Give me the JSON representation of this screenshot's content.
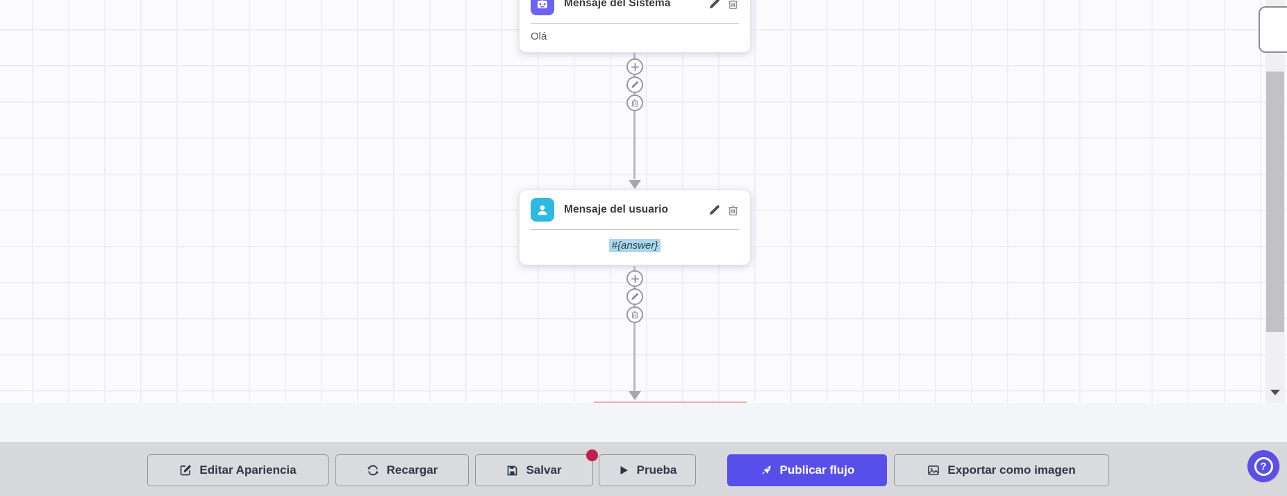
{
  "nodes": {
    "system": {
      "title": "Mensaje del Sistema",
      "content": "Olá",
      "icon": "robot-icon",
      "icon_color": "#6c63f2"
    },
    "user": {
      "title": "Mensaje del usuario",
      "content": "#{answer}",
      "icon": "user-icon",
      "icon_color": "#2eb9e2",
      "highlight_color": "#a9d8ec"
    }
  },
  "node_actions": {
    "add": "add-node",
    "edit": "edit-node",
    "delete": "delete-node"
  },
  "toolbar": {
    "edit_appearance": "Editar Apariencia",
    "reload": "Recargar",
    "save": "Salvar",
    "save_has_badge": true,
    "test": "Prueba",
    "publish": "Publicar flujo",
    "export_image": "Exportar como imagen"
  },
  "help": {
    "label": "?"
  },
  "colors": {
    "primary": "#584fea",
    "badge": "#c2204a",
    "bot_icon": "#6c63f2",
    "user_icon": "#2eb9e2",
    "toolbar_bg": "#d7d8dc"
  }
}
